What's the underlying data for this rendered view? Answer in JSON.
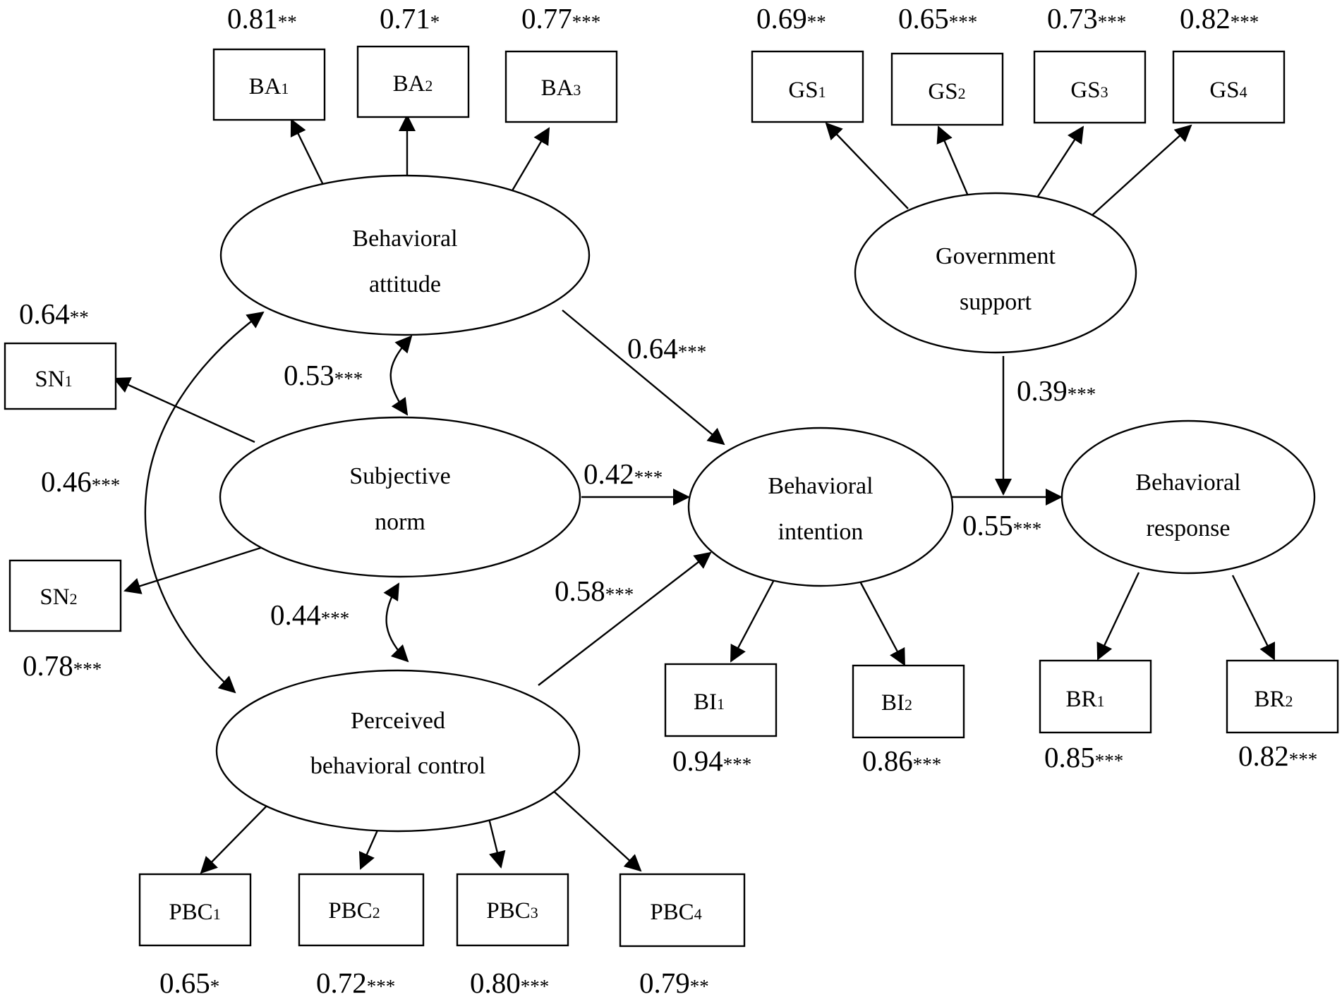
{
  "constructs": {
    "ba": {
      "line1": "Behavioral",
      "line2": "attitude"
    },
    "sn": {
      "line1": "Subjective",
      "line2": "norm"
    },
    "pbc": {
      "line1": "Perceived",
      "line2": "behavioral control"
    },
    "bi": {
      "line1": "Behavioral",
      "line2": "intention"
    },
    "br": {
      "line1": "Behavioral",
      "line2": "response"
    },
    "gs": {
      "line1": "Government",
      "line2": "support"
    }
  },
  "indicators": {
    "ba1": {
      "base": "BA",
      "sub": "1",
      "coef": "0.81",
      "stars": "**"
    },
    "ba2": {
      "base": "BA",
      "sub": "2",
      "coef": "0.71",
      "stars": "*"
    },
    "ba3": {
      "base": "BA",
      "sub": "3",
      "coef": "0.77",
      "stars": "***"
    },
    "gs1": {
      "base": "GS",
      "sub": "1",
      "coef": "0.69",
      "stars": "**"
    },
    "gs2": {
      "base": "GS",
      "sub": "2",
      "coef": "0.65",
      "stars": "***"
    },
    "gs3": {
      "base": "GS",
      "sub": "3",
      "coef": "0.73",
      "stars": "***"
    },
    "gs4": {
      "base": "GS",
      "sub": "4",
      "coef": "0.82",
      "stars": "***"
    },
    "sn1": {
      "base": "SN",
      "sub": "1",
      "coef": "0.64",
      "stars": "**"
    },
    "sn2": {
      "base": "SN",
      "sub": "2",
      "coef": "0.78",
      "stars": "***"
    },
    "bi1": {
      "base": "BI",
      "sub": "1",
      "coef": "0.94",
      "stars": "***"
    },
    "bi2": {
      "base": "BI",
      "sub": "2",
      "coef": "0.86",
      "stars": "***"
    },
    "br1": {
      "base": "BR",
      "sub": "1",
      "coef": "0.85",
      "stars": "***"
    },
    "br2": {
      "base": "BR",
      "sub": "2",
      "coef": "0.82",
      "stars": "***"
    },
    "pbc1": {
      "base": "PBC",
      "sub": "1",
      "coef": "0.65",
      "stars": "*"
    },
    "pbc2": {
      "base": "PBC",
      "sub": "2",
      "coef": "0.72",
      "stars": "***"
    },
    "pbc3": {
      "base": "PBC",
      "sub": "3",
      "coef": "0.80",
      "stars": "***"
    },
    "pbc4": {
      "base": "PBC",
      "sub": "4",
      "coef": "0.79",
      "stars": "**"
    }
  },
  "paths": {
    "ba_bi": {
      "coef": "0.64",
      "stars": "***"
    },
    "sn_bi": {
      "coef": "0.42",
      "stars": "***"
    },
    "pbc_bi": {
      "coef": "0.58",
      "stars": "***"
    },
    "bi_br": {
      "coef": "0.55",
      "stars": "***"
    },
    "gs_mod": {
      "coef": "0.39",
      "stars": "***"
    }
  },
  "covariances": {
    "ba_sn": {
      "coef": "0.53",
      "stars": "***"
    },
    "sn_pbc": {
      "coef": "0.44",
      "stars": "***"
    },
    "ba_pbc": {
      "coef": "0.46",
      "stars": "***"
    }
  }
}
